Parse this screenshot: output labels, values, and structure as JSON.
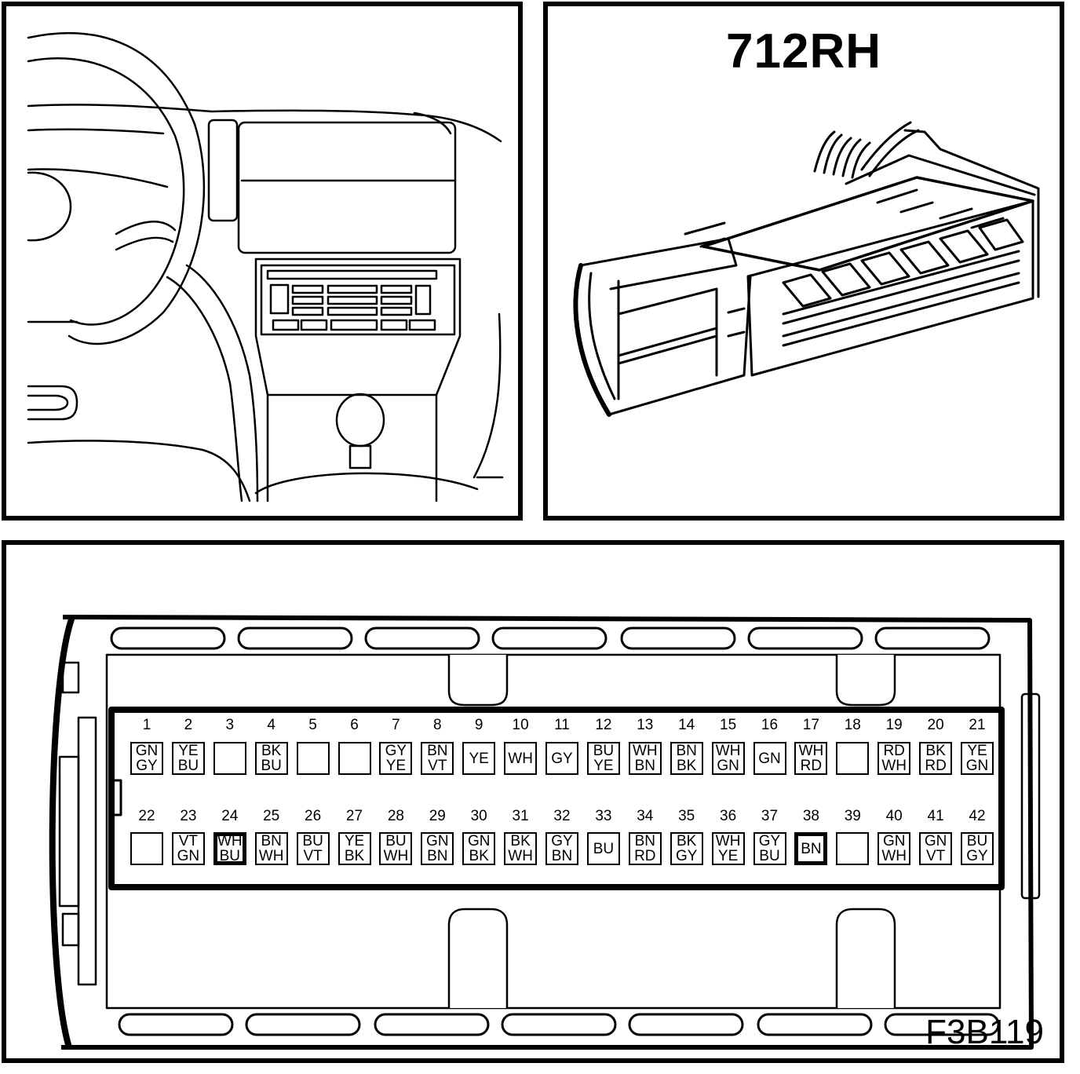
{
  "connector": {
    "title": "712RH"
  },
  "figure": {
    "code": "F3B119"
  },
  "pins_top": [
    {
      "n": "1",
      "c": [
        "GN",
        "GY"
      ]
    },
    {
      "n": "2",
      "c": [
        "YE",
        "BU"
      ]
    },
    {
      "n": "3",
      "c": []
    },
    {
      "n": "4",
      "c": [
        "BK",
        "BU"
      ]
    },
    {
      "n": "5",
      "c": []
    },
    {
      "n": "6",
      "c": []
    },
    {
      "n": "7",
      "c": [
        "GY",
        "YE"
      ]
    },
    {
      "n": "8",
      "c": [
        "BN",
        "VT"
      ]
    },
    {
      "n": "9",
      "c": [
        "YE"
      ]
    },
    {
      "n": "10",
      "c": [
        "WH"
      ]
    },
    {
      "n": "11",
      "c": [
        "GY"
      ]
    },
    {
      "n": "12",
      "c": [
        "BU",
        "YE"
      ]
    },
    {
      "n": "13",
      "c": [
        "WH",
        "BN"
      ]
    },
    {
      "n": "14",
      "c": [
        "BN",
        "BK"
      ]
    },
    {
      "n": "15",
      "c": [
        "WH",
        "GN"
      ]
    },
    {
      "n": "16",
      "c": [
        "GN"
      ]
    },
    {
      "n": "17",
      "c": [
        "WH",
        "RD"
      ]
    },
    {
      "n": "18",
      "c": []
    },
    {
      "n": "19",
      "c": [
        "RD",
        "WH"
      ]
    },
    {
      "n": "20",
      "c": [
        "BK",
        "RD"
      ]
    },
    {
      "n": "21",
      "c": [
        "YE",
        "GN"
      ]
    }
  ],
  "pins_bottom": [
    {
      "n": "22",
      "c": []
    },
    {
      "n": "23",
      "c": [
        "VT",
        "GN"
      ]
    },
    {
      "n": "24",
      "c": [
        "WH",
        "BU"
      ],
      "hl": true
    },
    {
      "n": "25",
      "c": [
        "BN",
        "WH"
      ]
    },
    {
      "n": "26",
      "c": [
        "BU",
        "VT"
      ]
    },
    {
      "n": "27",
      "c": [
        "YE",
        "BK"
      ]
    },
    {
      "n": "28",
      "c": [
        "BU",
        "WH"
      ]
    },
    {
      "n": "29",
      "c": [
        "GN",
        "BN"
      ]
    },
    {
      "n": "30",
      "c": [
        "GN",
        "BK"
      ]
    },
    {
      "n": "31",
      "c": [
        "BK",
        "WH"
      ]
    },
    {
      "n": "32",
      "c": [
        "GY",
        "BN"
      ]
    },
    {
      "n": "33",
      "c": [
        "BU"
      ]
    },
    {
      "n": "34",
      "c": [
        "BN",
        "RD"
      ]
    },
    {
      "n": "35",
      "c": [
        "BK",
        "GY"
      ]
    },
    {
      "n": "36",
      "c": [
        "WH",
        "YE"
      ]
    },
    {
      "n": "37",
      "c": [
        "GY",
        "BU"
      ]
    },
    {
      "n": "38",
      "c": [
        "BN"
      ],
      "hl": true
    },
    {
      "n": "39",
      "c": []
    },
    {
      "n": "40",
      "c": [
        "GN",
        "WH"
      ]
    },
    {
      "n": "41",
      "c": [
        "GN",
        "VT"
      ]
    },
    {
      "n": "42",
      "c": [
        "BU",
        "GY"
      ]
    }
  ]
}
